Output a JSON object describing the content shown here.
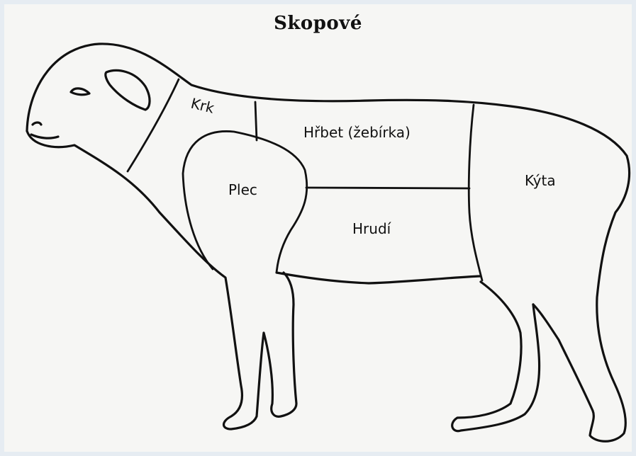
{
  "title": "Skopové",
  "cuts": {
    "krk": "Krk",
    "hrbet": "Hřbet (žebírka)",
    "plec": "Plec",
    "hrudi": "Hrudí",
    "kyta": "Kýta"
  },
  "colors": {
    "ink": "#111111",
    "paper": "#f6f6f4",
    "border": "#e6ecf2"
  }
}
